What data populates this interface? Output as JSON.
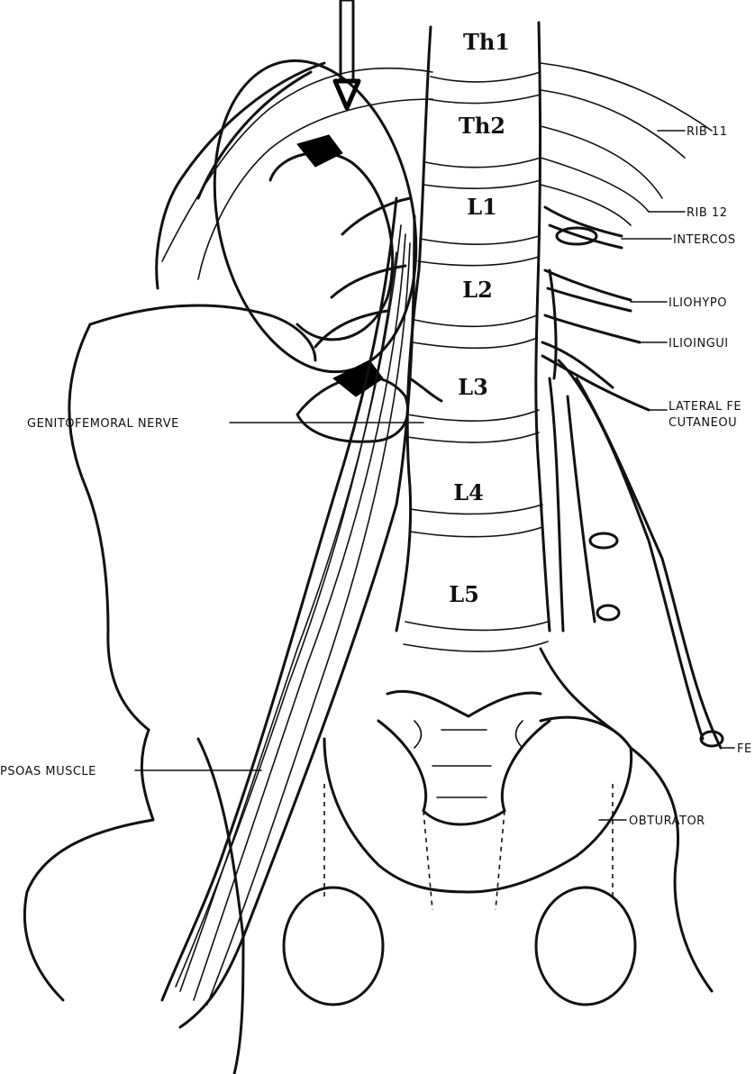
{
  "vertebrae": [
    "Th1",
    "Th2",
    "L1",
    "L2",
    "L3",
    "L4",
    "L5"
  ],
  "labels": {
    "rib11": "RIB 11",
    "rib12": "RIB 12",
    "intercostal": "INTERCOS",
    "iliohypogastric": "ILIOHYPO",
    "ilioinguinal": "ILIOINGUI",
    "lateral_femoral_1": "LATERAL FE",
    "lateral_femoral_2": "CUTANEOU",
    "genitofemoral": "GENITOFEMORAL NERVE",
    "psoas": "PSOAS MUSCLE",
    "femoral": "FE",
    "obturator": "OBTURATOR"
  }
}
